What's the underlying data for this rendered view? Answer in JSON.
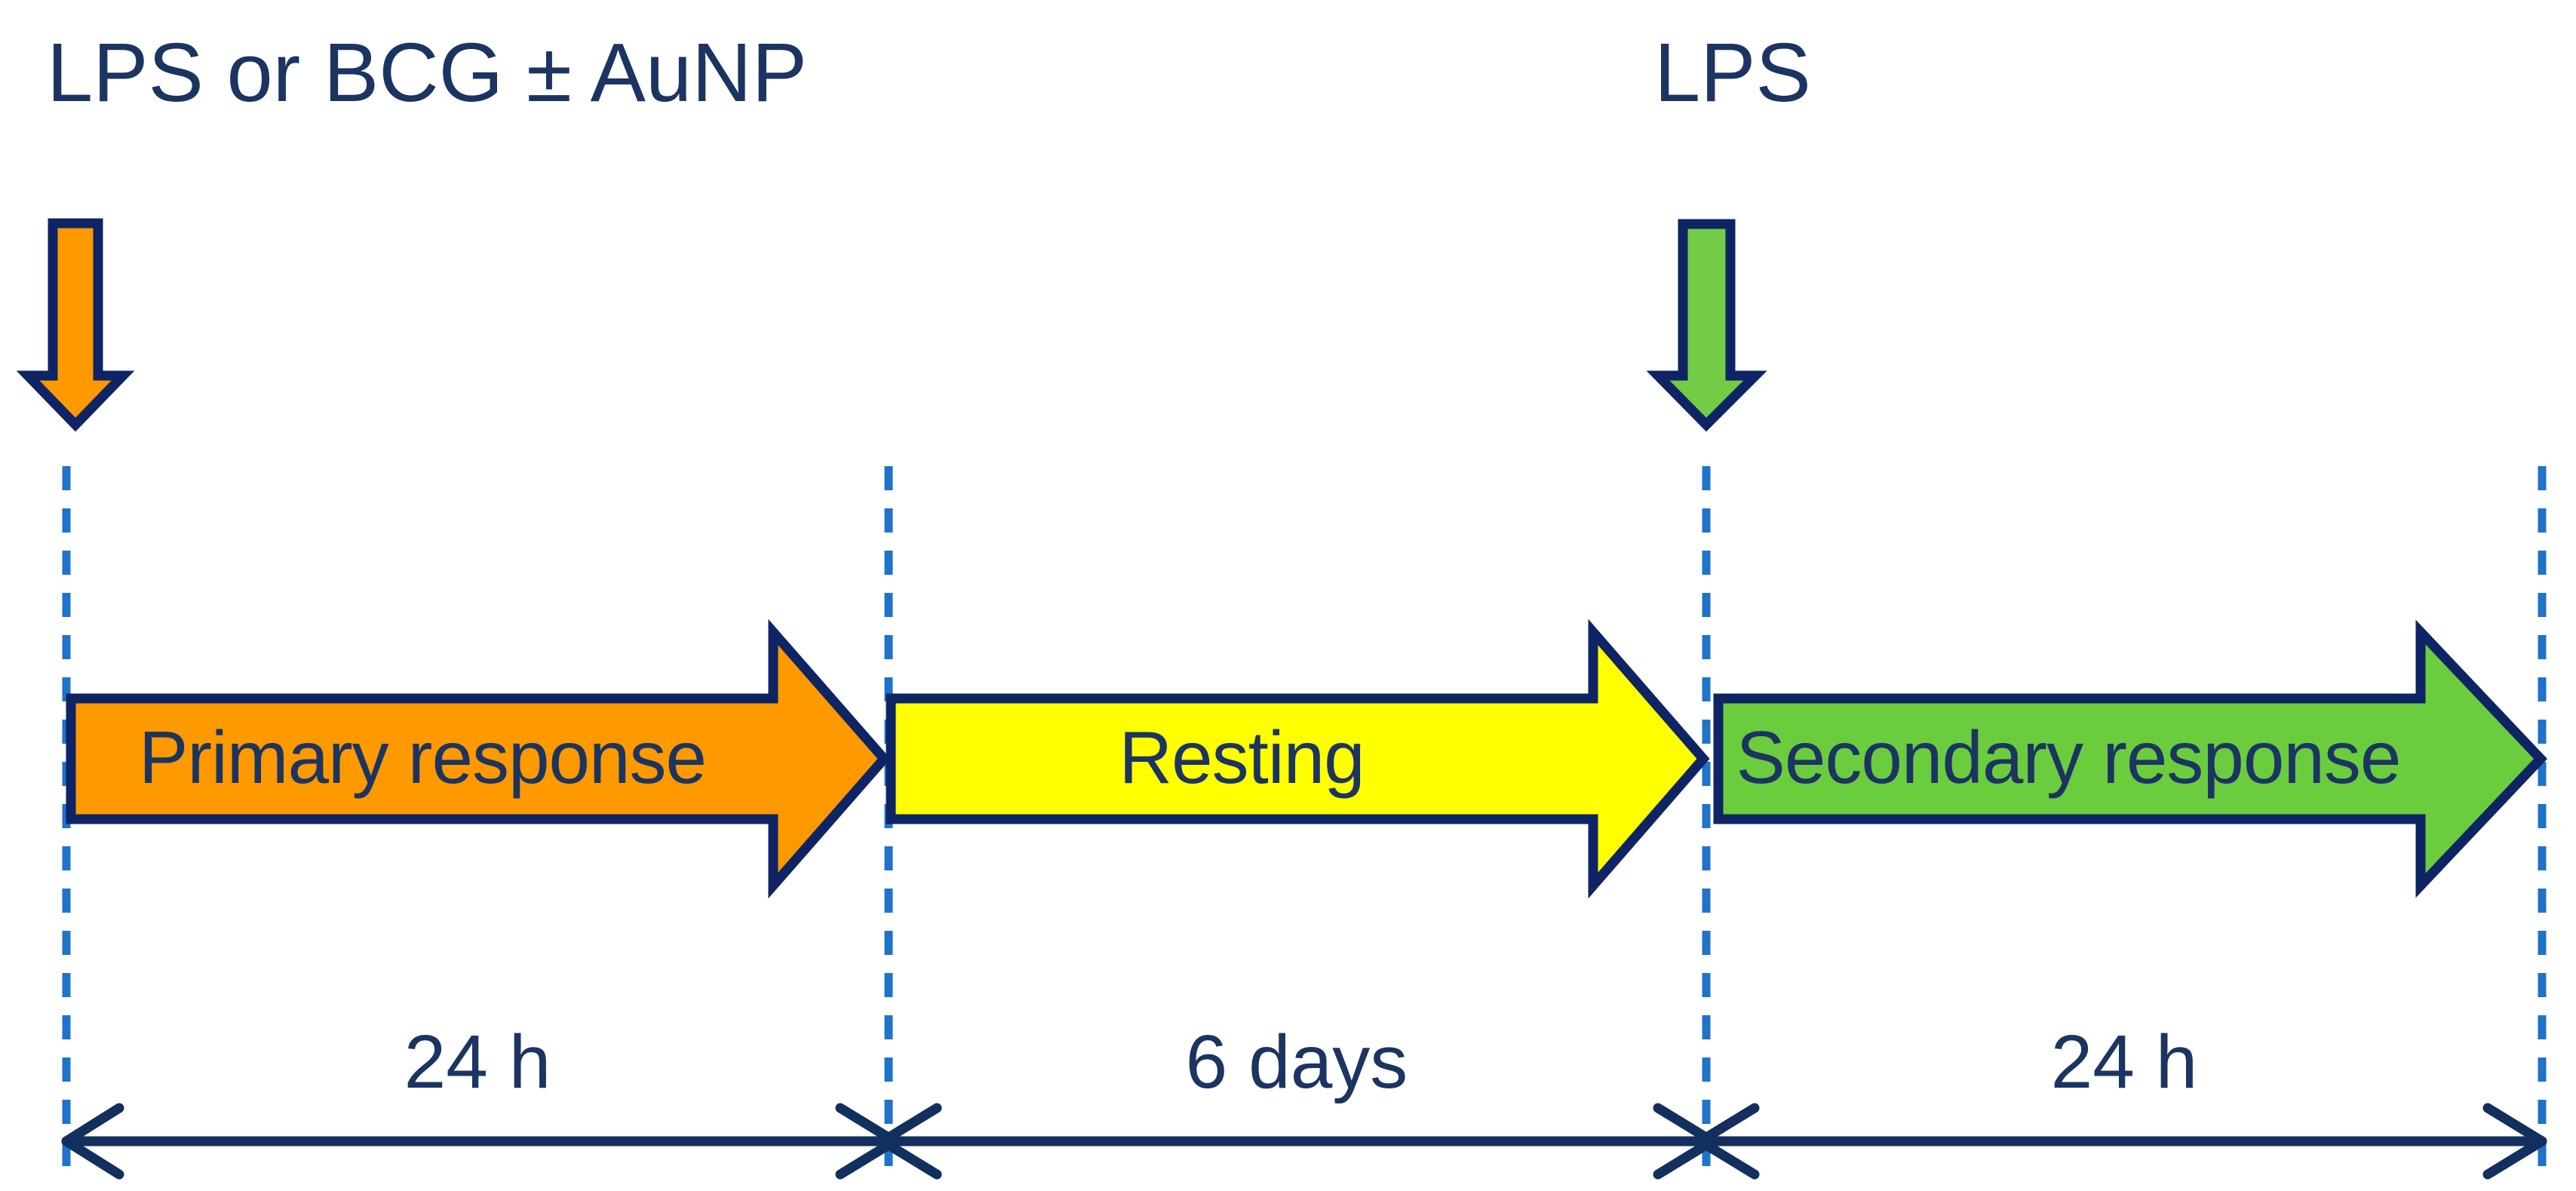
{
  "stimulations": {
    "left": "LPS or BCG ± AuNP",
    "right": "LPS"
  },
  "phases": [
    {
      "label": "Primary response",
      "duration": "24 h",
      "fill": "#FF9900"
    },
    {
      "label": "Resting",
      "duration": "6 days",
      "fill": "#FFFF00"
    },
    {
      "label": "Secondary response",
      "duration": "24 h",
      "fill": "#6BCD3E"
    }
  ],
  "colors": {
    "text_navy": "#1C3461",
    "shape_border_navy": "#0E2464",
    "measure_arrow_navy": "#122F5E",
    "dashed_line_blue": "#1F73C8",
    "orange": "#FF9900",
    "yellow": "#FFFF00",
    "green": "#6BCD3E",
    "down_arrow_green": "#72CC46"
  }
}
